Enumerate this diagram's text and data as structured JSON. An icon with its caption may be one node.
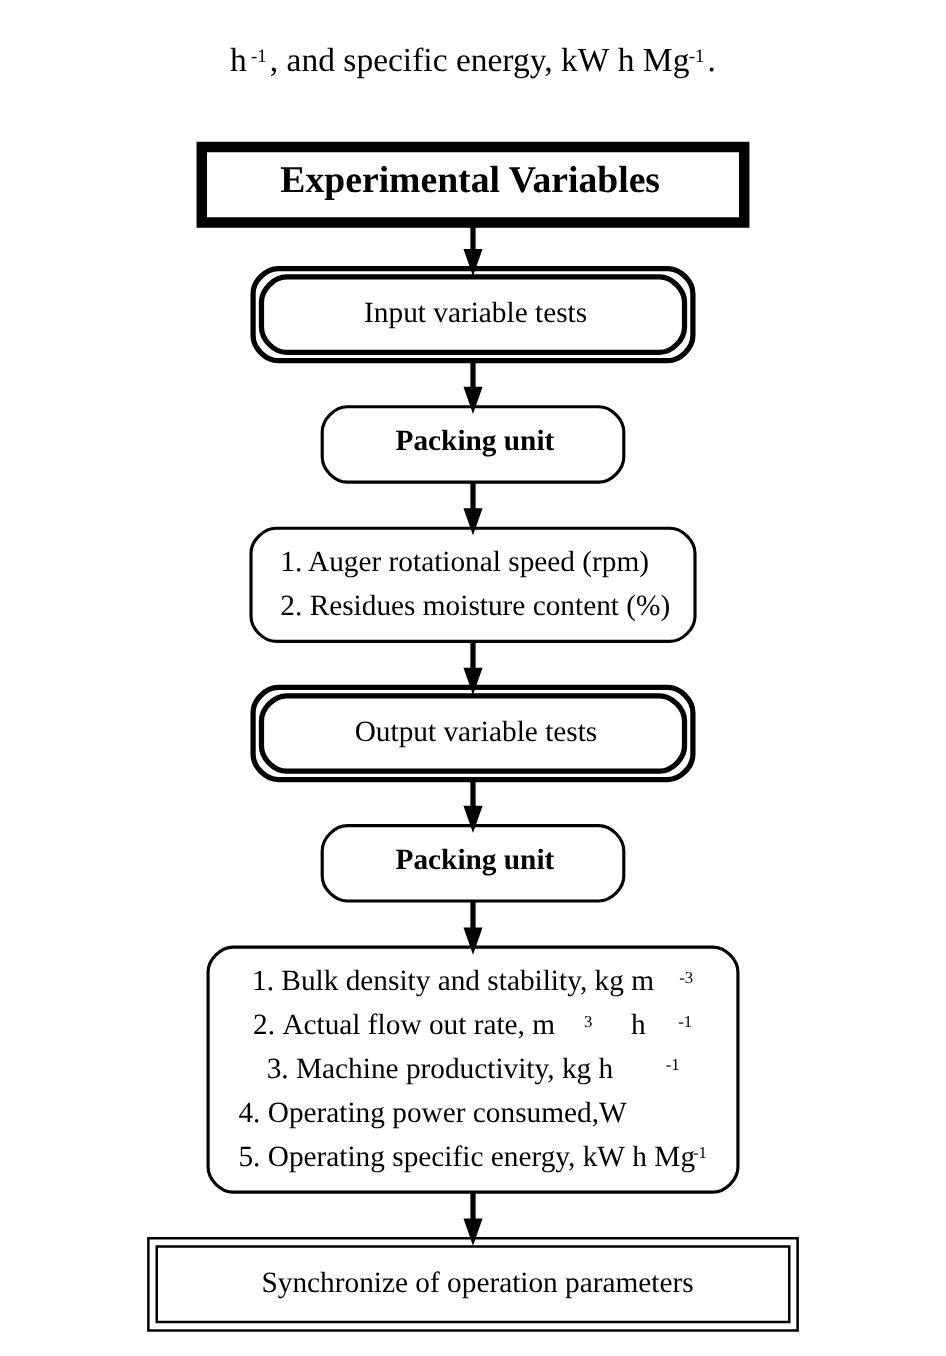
{
  "diagram": {
    "nodes": [
      {
        "text": [
          "Experimental Variables"
        ]
      },
      {
        "text": [
          "Input variable tests"
        ]
      },
      {
        "text": [
          "Packing unit"
        ]
      },
      {
        "text": [
          "1. Auger rotational speed (rpm)",
          "2. Residues moisture content (%)"
        ]
      },
      {
        "text": [
          "Output variable tests"
        ]
      },
      {
        "text": [
          "Packing unit"
        ]
      },
      {
        "text": [
          "1. Bulk density and stability, kg m$^{-3}$",
          "2. Actual flow out rate, m$^{3}$ h$^{-1}$",
          "3. Machine productivity, kg h$^{-1}$",
          "4. Operating power consumed,W",
          "5. Operating specific energy, kW h Mg$^{-1}$"
        ]
      },
      {
        "text": [
          "Synchronize of operation parameters"
        ]
      }
    ],
    "edges": [
      {
        "from": 0,
        "to": 1,
        "arrow": "to"
      },
      {
        "from": 1,
        "to": 2,
        "arrow": "to"
      },
      {
        "from": 2,
        "to": 3,
        "arrow": "to"
      },
      {
        "from": 3,
        "to": 4,
        "arrow": "to"
      },
      {
        "from": 4,
        "to": 5,
        "arrow": "to"
      },
      {
        "from": 5,
        "to": 6,
        "arrow": "to"
      },
      {
        "from": 6,
        "to": 7,
        "arrow": "to"
      }
    ],
    "labels": [
      "h$^{-1}$, and specific energy, kW h Mg$^{-1}$."
    ]
  }
}
